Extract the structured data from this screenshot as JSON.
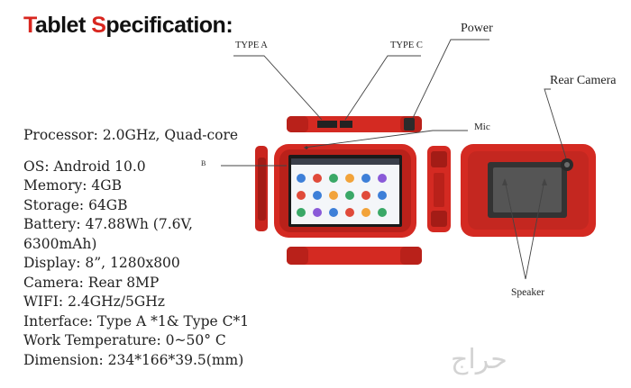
{
  "title": {
    "first_cap": "T",
    "first_rest": "ablet ",
    "second_cap": "S",
    "second_rest": "pecification:"
  },
  "specs": {
    "processor": "Processor: 2.0GHz, Quad-core",
    "lines": [
      "OS: Android 10.0",
      "Memory: 4GB",
      "Storage: 64GB",
      "Battery: 47.88Wh (7.6V,",
      "6300mAh)",
      "Display: 8”, 1280x800",
      "Camera: Rear 8MP",
      "WIFI: 2.4GHz/5GHz",
      "Interface: Type A *1& Type C*1",
      "Work Temperature: 0~50° C",
      "Dimension: 234*166*39.5(mm)"
    ]
  },
  "labels": {
    "type_a": "TYPE A",
    "type_c": "TYPE C",
    "power": "Power",
    "rear_camera": "Rear Camera",
    "mic": "Mic",
    "speaker": "Speaker",
    "b_marker": "B"
  },
  "watermark": "حراج",
  "colors": {
    "accent": "#d8261f",
    "device_red": "#d42a22",
    "device_dark": "#8e1a14"
  }
}
